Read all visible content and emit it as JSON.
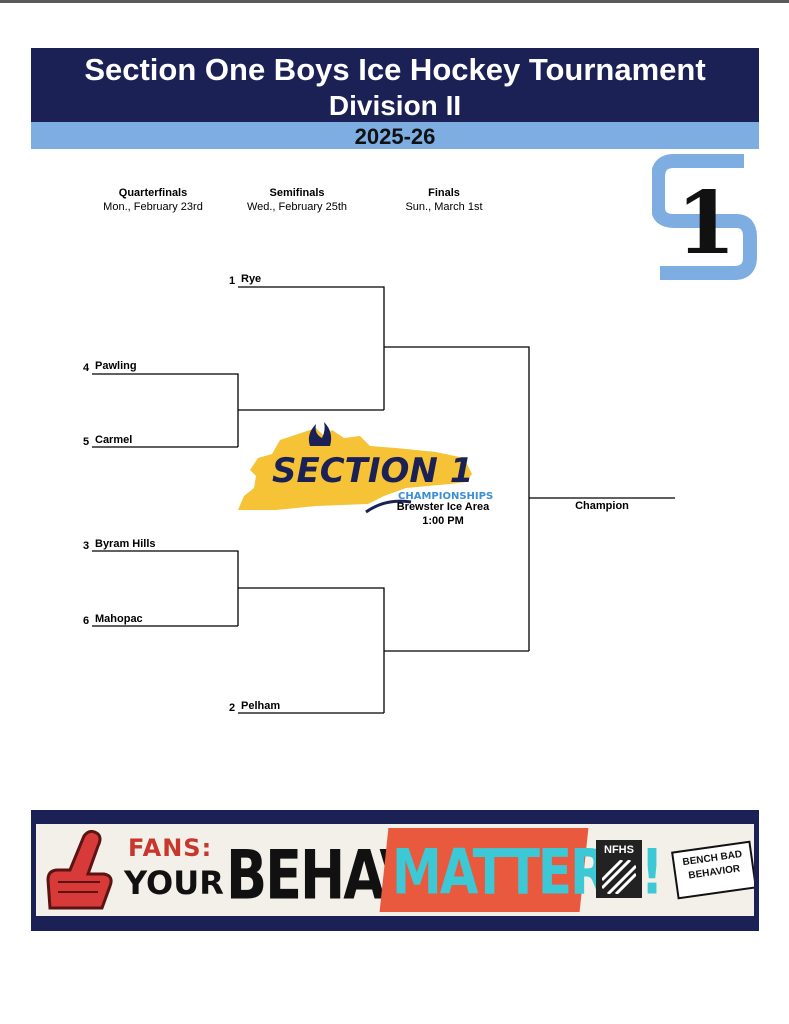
{
  "header": {
    "title": "Section One Boys Ice Hockey Tournament",
    "division": "Division II",
    "season": "2025-26"
  },
  "rounds": [
    {
      "name": "Quarterfinals",
      "date": "Mon., February 23rd"
    },
    {
      "name": "Semifinals",
      "date": "Wed., February 25th"
    },
    {
      "name": "Finals",
      "date": "Sun., March 1st"
    }
  ],
  "bracket": {
    "teams": [
      {
        "seed": "1",
        "name": "Rye"
      },
      {
        "seed": "4",
        "name": "Pawling"
      },
      {
        "seed": "5",
        "name": "Carmel"
      },
      {
        "seed": "3",
        "name": "Byram Hills"
      },
      {
        "seed": "6",
        "name": "Mahopac"
      },
      {
        "seed": "2",
        "name": "Pelham"
      }
    ],
    "venue": "Brewster Ice Area",
    "time": "1:00 PM",
    "champion_label": "Champion"
  },
  "logos": {
    "section_logo_text": "SECTION 1",
    "championships_text": "CHAMPIONSHIPS",
    "corner_logo": "1"
  },
  "banner": {
    "fans": "FANS:",
    "your": "YOUR",
    "behavior": "BEHAVIOR",
    "matters": "MATTERS!",
    "nfhs": "NFHS",
    "bench_line1": "BENCH BAD",
    "bench_line2": "BEHAVIOR"
  },
  "colors": {
    "navy": "#1b2155",
    "light_blue": "#7dade1",
    "gold": "#f6c236",
    "banner_red": "#c8372b",
    "banner_cyan": "#3cc8d4"
  }
}
